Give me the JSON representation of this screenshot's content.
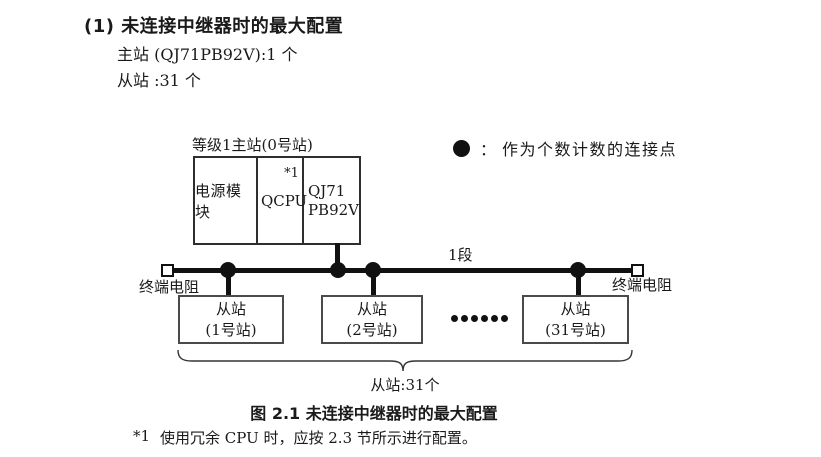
{
  "page": {
    "title": "(1) 未连接中继器时的最大配置",
    "master_count_line": "主站 (QJ71PB92V):1 个",
    "slave_count_line": "从站 :31 个"
  },
  "legend": {
    "colon": "：",
    "text": "作为个数计数的连接点"
  },
  "diagram": {
    "master": {
      "label": "等级1主站(0号站)",
      "modules": [
        {
          "name": "电源模块"
        },
        {
          "name": "QCPU",
          "note": "*1"
        },
        {
          "line1": "QJ71",
          "line2": "PB92V"
        }
      ]
    },
    "bus": {
      "segment_label": "1段",
      "terminator_left_label": "终端电阻",
      "terminator_right_label": "终端电阻"
    },
    "slaves": [
      {
        "line1": "从站",
        "line2": "(1号站)"
      },
      {
        "line1": "从站",
        "line2": "(2号站)"
      },
      {
        "line1": "从站",
        "line2": "(31号站)"
      }
    ],
    "slaves_brace_label": "从站:31个"
  },
  "caption": "图 2.1 未连接中继器时的最大配置",
  "footnote": {
    "marker": "*1",
    "text": "使用冗余 CPU 时，应按 2.3 节所示进行配置。"
  },
  "colors": {
    "ink": "#1a1a1a",
    "line": "#111111",
    "box_border": "#4a4a4a"
  }
}
